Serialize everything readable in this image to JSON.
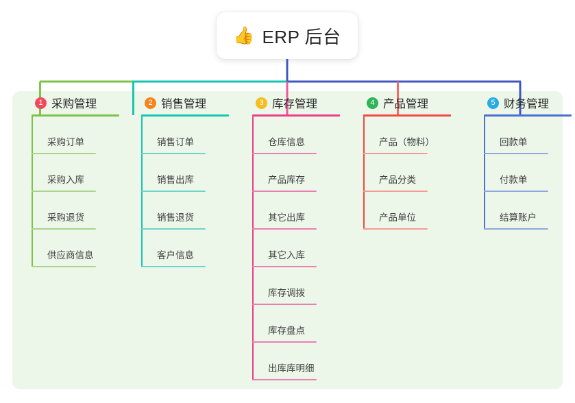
{
  "root": {
    "icon": "thumbs-up-icon",
    "emoji": "👍",
    "title": "ERP 后台"
  },
  "theme": {
    "panel_bg": "#edf7e9",
    "page_bg": "#ffffff",
    "root_stem": "#4356c0",
    "text": "#262626",
    "leaf_text": "#404040"
  },
  "columns": [
    {
      "number": "1",
      "title": "采购管理",
      "badge_color": "#f04a5d",
      "line_color": "#7dc24b",
      "leaf_line_color": "#a9d48a",
      "connector_color": "#7dc24b",
      "items": [
        "采购订单",
        "采购入库",
        "采购退货",
        "供应商信息"
      ]
    },
    {
      "number": "2",
      "title": "销售管理",
      "badge_color": "#f5861f",
      "line_color": "#15c5b0",
      "leaf_line_color": "#6fd4c8",
      "connector_color": "#15c5b0",
      "items": [
        "销售订单",
        "销售出库",
        "销售退货",
        "客户信息"
      ]
    },
    {
      "number": "3",
      "title": "库存管理",
      "badge_color": "#f5bd1f",
      "line_color": "#e83e8c",
      "leaf_line_color": "#ea7fb1",
      "connector_color": "#ef5a9b",
      "items": [
        "仓库信息",
        "产品库存",
        "其它出库",
        "其它入库",
        "库存调拨",
        "库存盘点",
        "出库库明细"
      ]
    },
    {
      "number": "4",
      "title": "产品管理",
      "badge_color": "#2fb457",
      "line_color": "#f04a45",
      "leaf_line_color": "#f59b96",
      "connector_color": "#f46a66",
      "items": [
        "产品（物料）",
        "产品分类",
        "产品单位"
      ]
    },
    {
      "number": "5",
      "title": "财务管理",
      "badge_color": "#29abe2",
      "line_color": "#4a6fd0",
      "leaf_line_color": "#8fa9e0",
      "connector_color": "#4356c0",
      "items": [
        "回款单",
        "付款单",
        "结算账户"
      ]
    }
  ],
  "connector_bar": {
    "segments": [
      {
        "color": "#7dc24b"
      },
      {
        "color": "#15c5b0"
      },
      {
        "color": "#4356c0"
      }
    ]
  }
}
